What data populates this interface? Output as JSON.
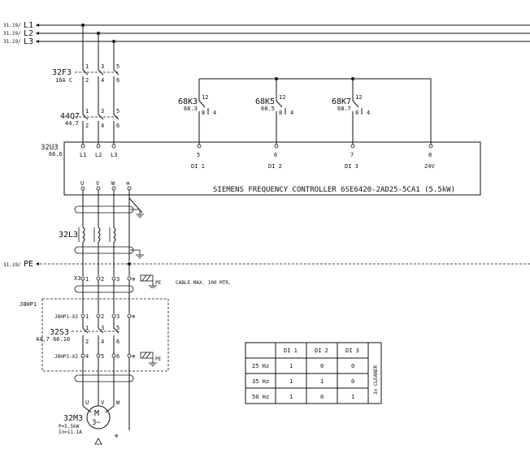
{
  "bus": {
    "l1_ref": "31.19/",
    "l1_name": "L1",
    "l2_ref": "31.19/",
    "l2_name": "L2",
    "l3_ref": "31.19/",
    "l3_name": "L3",
    "pe_ref": "31.19/",
    "pe_name": "PE"
  },
  "fuse": {
    "name": "32F3",
    "rating": "16A C",
    "pins_top": [
      "1",
      "3",
      "5"
    ],
    "pins_bottom": [
      "2",
      "4",
      "6"
    ]
  },
  "contactor": {
    "name": "44Q7",
    "ref": "44.7",
    "pins_top": [
      "1",
      "3",
      "5"
    ],
    "pins_bottom": [
      "2",
      "4",
      "6"
    ]
  },
  "vfd": {
    "name": "32U3",
    "ref": "66.6",
    "in_terms": [
      "L1",
      "L2",
      "L3"
    ],
    "out_terms": [
      "U",
      "V",
      "W"
    ],
    "pe_symbol": "⊕",
    "di_terms": [
      {
        "num": "5",
        "label": "DI 1"
      },
      {
        "num": "6",
        "label": "DI 2"
      },
      {
        "num": "7",
        "label": "DI 3"
      },
      {
        "num": "8",
        "label": "24V"
      }
    ],
    "title": "SIEMENS FREQUENCY CONTROLLER 6SE6420-2AD25-5CA1 (5.5kW)"
  },
  "relays": [
    {
      "name": "68K3",
      "ref": "68.3",
      "pin_com": "12",
      "pin_a": "8",
      "pin_b": "4"
    },
    {
      "name": "68K5",
      "ref": "68.5",
      "pin_com": "12",
      "pin_a": "8",
      "pin_b": "4"
    },
    {
      "name": "68K7",
      "ref": "68.7",
      "pin_com": "12",
      "pin_a": "8",
      "pin_b": "4"
    }
  ],
  "reactor": {
    "name": "32L3"
  },
  "terminal_x3": {
    "label": "X3",
    "pins": [
      "1",
      "2",
      "3",
      "⊕"
    ],
    "pe_label": "PE",
    "cable_note": "CABLE MAX. 100 MTR."
  },
  "box": {
    "name": "J8HP1",
    "x3_top_label": "J8HP1-X3",
    "x3_top_pins": [
      "1",
      "2",
      "3",
      "⊕"
    ],
    "switch_name": "32S3",
    "switch_ref": "44.7 66.10",
    "switch_top": [
      "1",
      "3",
      "5"
    ],
    "switch_bottom": [
      "2",
      "4",
      "6"
    ],
    "x3_bot_label": "J8HP1-X3",
    "x3_bot_pins": [
      "4",
      "5",
      "6",
      "⊕"
    ],
    "pe_label": "PE"
  },
  "motor": {
    "name": "32M3",
    "power": "P=5.5kW",
    "current": "In=11.1A",
    "terms": [
      "U",
      "V",
      "W"
    ],
    "symbol_m": "M",
    "symbol_3": "3~",
    "pe_symbol": "⊕"
  },
  "table": {
    "headers": [
      "",
      "DI 1",
      "DI 2",
      "DI 3"
    ],
    "rows": [
      [
        "25 Hz",
        "1",
        "0",
        "0"
      ],
      [
        "35 Hz",
        "1",
        "1",
        "0"
      ],
      [
        "50 Hz",
        "1",
        "0",
        "1"
      ]
    ],
    "side_label": "3x CLEANER"
  }
}
